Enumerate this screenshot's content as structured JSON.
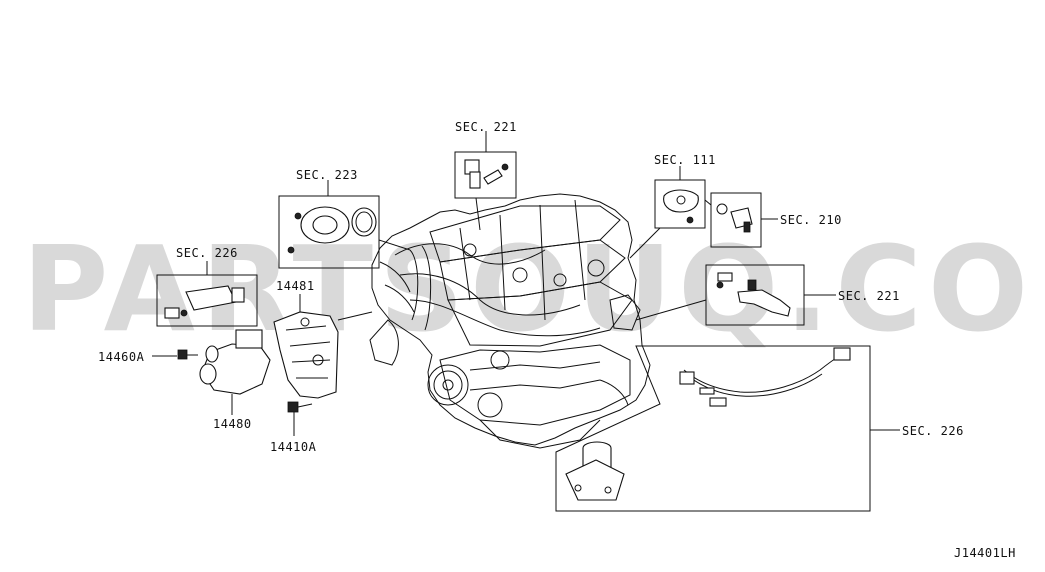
{
  "watermark": "PARTSOUQ.COM",
  "diagram_code": "J14401LH",
  "callouts": [
    {
      "id": "sec221_top",
      "text": "SEC. 221"
    },
    {
      "id": "sec223",
      "text": "SEC. 223"
    },
    {
      "id": "sec111",
      "text": "SEC. 111"
    },
    {
      "id": "sec210",
      "text": "SEC. 210"
    },
    {
      "id": "sec226_left",
      "text": "SEC. 226"
    },
    {
      "id": "sec221_right",
      "text": "SEC. 221"
    },
    {
      "id": "p14481",
      "text": "14481"
    },
    {
      "id": "p14460A",
      "text": "14460A"
    },
    {
      "id": "p14480",
      "text": "14480"
    },
    {
      "id": "p14410A",
      "text": "14410A"
    },
    {
      "id": "sec226_right",
      "text": "SEC. 226"
    }
  ]
}
